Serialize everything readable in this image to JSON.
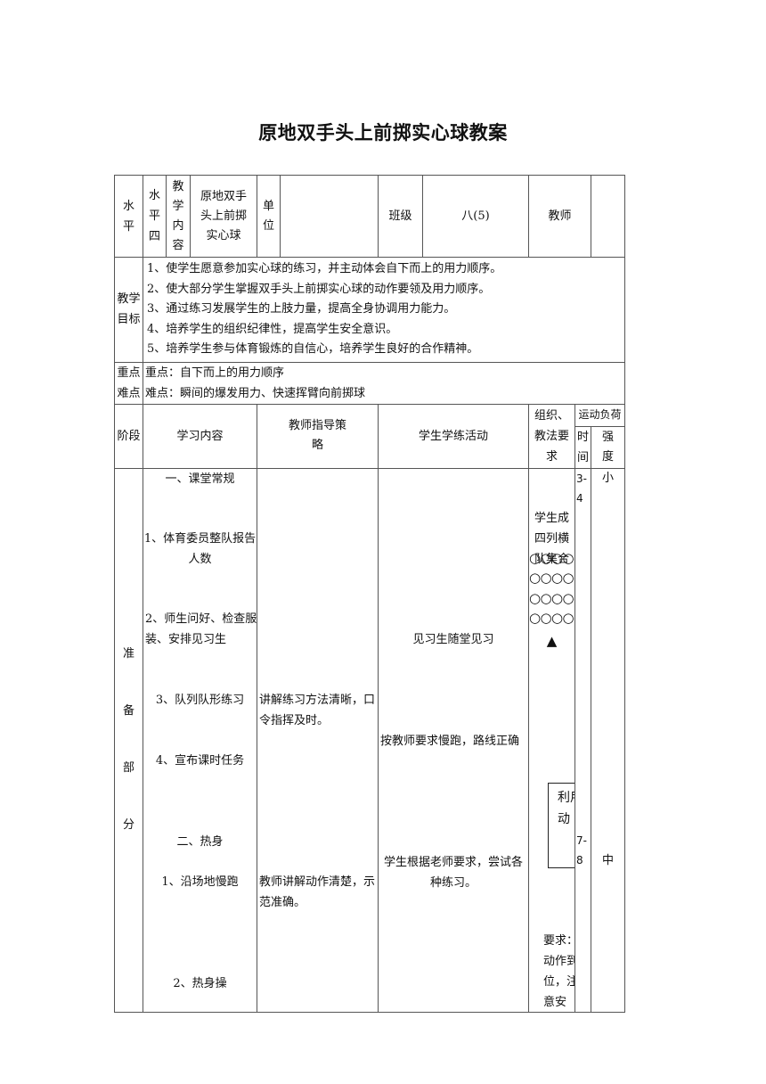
{
  "title": "原地双手头上前掷实心球教案",
  "header": {
    "level_label": "水平",
    "level_value": "水平四",
    "content_label": "教学内容",
    "content_value": "原地双手头上前掷实心球",
    "unit_label": "单位",
    "unit_value": "",
    "class_label": "班级",
    "class_value": "八(5)",
    "teacher_label": "教师",
    "teacher_value": ""
  },
  "objectives": {
    "label": "教学目标",
    "items": [
      "1、使学生愿意参加实心球的练习，并主动体会自下而上的用力顺序。",
      "2、使大部分学生掌握双手头上前掷实心球的动作要领及用力顺序。",
      "3、通过练习发展学生的上肢力量，提高全身协调用力能力。",
      "4、培养学生的组织纪律性，提高学生安全意识。",
      "5、培养学生参与体育锻炼的自信心，培养学生良好的合作精神。"
    ]
  },
  "key_points": {
    "label_1": "重点",
    "label_2": "难点",
    "key": "重点：自下而上的用力顺序",
    "difficulty": "难点：瞬间的爆发用力、快速挥臂向前掷球"
  },
  "columns": {
    "stage": "阶段",
    "content": "学习内容",
    "teacher": "教师指导策略",
    "student": "学生学练活动",
    "organization": "组织、教法要求",
    "load": "运动负荷",
    "time": "时间",
    "intensity": "强度"
  },
  "prep": {
    "stage": "准备部分",
    "content_1_title": "一、课堂常规",
    "content_1_1": "1、体育委员整队报告人数",
    "content_1_2": "2、师生问好、检查服装、安排见习生",
    "content_1_3": "3、队列队形练习",
    "content_1_4": "4、宣布课时任务",
    "content_2_title": "二、热身",
    "content_2_1": "1、沿场地慢跑",
    "content_2_2": "2、热身操",
    "teacher_1": "讲解练习方法清晰，口令指挥及时。",
    "teacher_2": "教师讲解动作清楚，示范准确。",
    "student_1": "见习生随堂见习",
    "student_2": "按教师要求慢跑，路线正确",
    "student_3": "学生根据老师要求，尝试各种练习。",
    "org_title": "学生成四列横队集合",
    "formation_rows": [
      "○○○○○○○○○○○○",
      "○○○○○○○○○○○○",
      "○○○○○○○○○○○○",
      "○○○○○○○○○○○○"
    ],
    "teacher_marker": "▲",
    "warmup_box": "利用游戏场地进行热身运动",
    "requirement": "要求：动作到位，注意安全。",
    "time_1": "3-4",
    "intensity_1": "小",
    "time_2": "7-8",
    "intensity_2": "中"
  }
}
